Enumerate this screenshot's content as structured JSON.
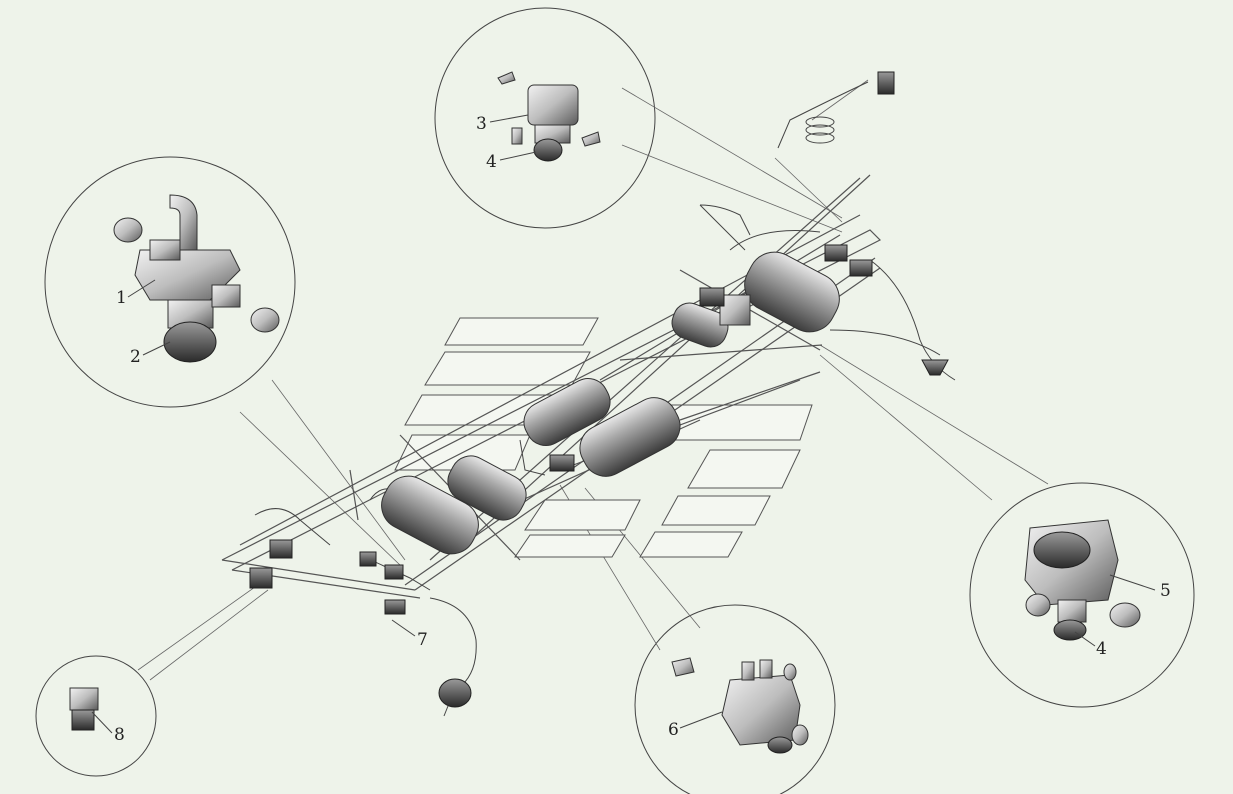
{
  "callouts": [
    {
      "id": "1",
      "label": "1"
    },
    {
      "id": "2",
      "label": "2"
    },
    {
      "id": "3",
      "label": "3"
    },
    {
      "id": "4a",
      "label": "4"
    },
    {
      "id": "5",
      "label": "5"
    },
    {
      "id": "4b",
      "label": "4"
    },
    {
      "id": "6",
      "label": "6"
    },
    {
      "id": "7",
      "label": "7"
    },
    {
      "id": "8",
      "label": "8"
    }
  ],
  "colors": {
    "background": "#eef3ea",
    "line": "#444444",
    "part_shade": "#6a6a6a"
  }
}
